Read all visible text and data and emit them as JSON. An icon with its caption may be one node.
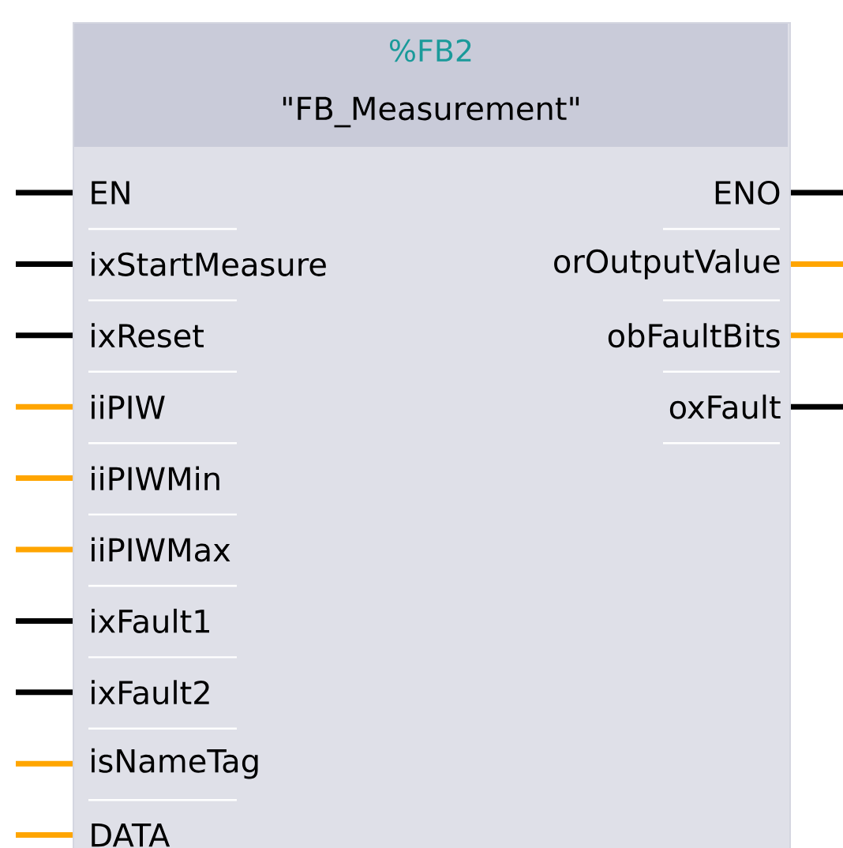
{
  "diagram": {
    "nodes": [
      {
        "text": [
          "%FB2",
          "\"FB_Measurement\""
        ]
      },
      {
        "text": [
          "EN"
        ],
        "in": 0
      },
      {
        "text": [
          "ixStartMeasure"
        ],
        "in": 0
      },
      {
        "text": [
          "ixReset"
        ],
        "in": 0
      },
      {
        "text": [
          "iiPIW"
        ],
        "in": 0
      },
      {
        "text": [
          "iiPIWMin"
        ],
        "in": 0
      },
      {
        "text": [
          "iiPIWMax"
        ],
        "in": 0
      },
      {
        "text": [
          "ixFault1"
        ],
        "in": 0
      },
      {
        "text": [
          "ixFault2"
        ],
        "in": 0
      },
      {
        "text": [
          "isNameTag"
        ],
        "in": 0
      },
      {
        "text": [
          "DATA"
        ],
        "in": 0
      },
      {
        "text": [
          "ENO"
        ],
        "in": 0
      },
      {
        "text": [
          "orOutputValue"
        ],
        "in": 0
      },
      {
        "text": [
          "obFaultBits"
        ],
        "in": 0
      },
      {
        "text": [
          "oxFault"
        ],
        "in": 0
      }
    ],
    "edges": [
      {
        "from": null,
        "to": 1,
        "arrow": "none"
      },
      {
        "from": null,
        "to": 2,
        "arrow": "none"
      },
      {
        "from": null,
        "to": 3,
        "arrow": "none"
      },
      {
        "from": null,
        "to": 4,
        "arrow": "none",
        "color": "#ffa500"
      },
      {
        "from": null,
        "to": 5,
        "arrow": "none",
        "color": "#ffa500"
      },
      {
        "from": null,
        "to": 6,
        "arrow": "none",
        "color": "#ffa500"
      },
      {
        "from": null,
        "to": 7,
        "arrow": "none"
      },
      {
        "from": null,
        "to": 8,
        "arrow": "none"
      },
      {
        "from": null,
        "to": 9,
        "arrow": "none",
        "color": "#ffa500"
      },
      {
        "from": null,
        "to": 10,
        "arrow": "none",
        "color": "#ffa500"
      },
      {
        "from": 11,
        "to": null,
        "arrow": "none"
      },
      {
        "from": 12,
        "to": null,
        "arrow": "none",
        "color": "#ffa500"
      },
      {
        "from": 13,
        "to": null,
        "arrow": "none",
        "color": "#ffa500"
      },
      {
        "from": 14,
        "to": null,
        "arrow": "none"
      }
    ]
  }
}
